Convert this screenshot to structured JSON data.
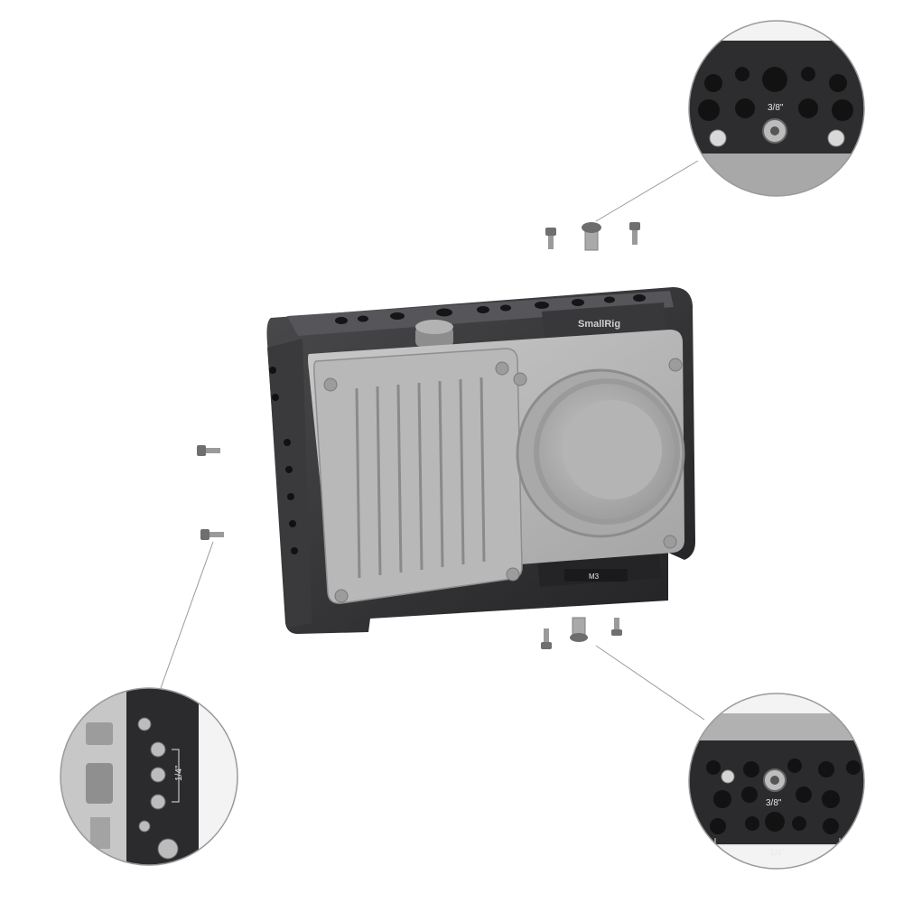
{
  "product": {
    "brand_logo": "SmallRig",
    "bottom_thread_label": "M3"
  },
  "callouts": {
    "top_thread_label": "3/8\"",
    "left_thread_label": "1/4\"",
    "bottom_large_thread_label": "3/8\"",
    "bottom_spacing_label": "1/4\""
  },
  "colors": {
    "cage_dark": "#2e2e30",
    "camera_gray": "#b9b9b9",
    "background": "#ffffff"
  }
}
